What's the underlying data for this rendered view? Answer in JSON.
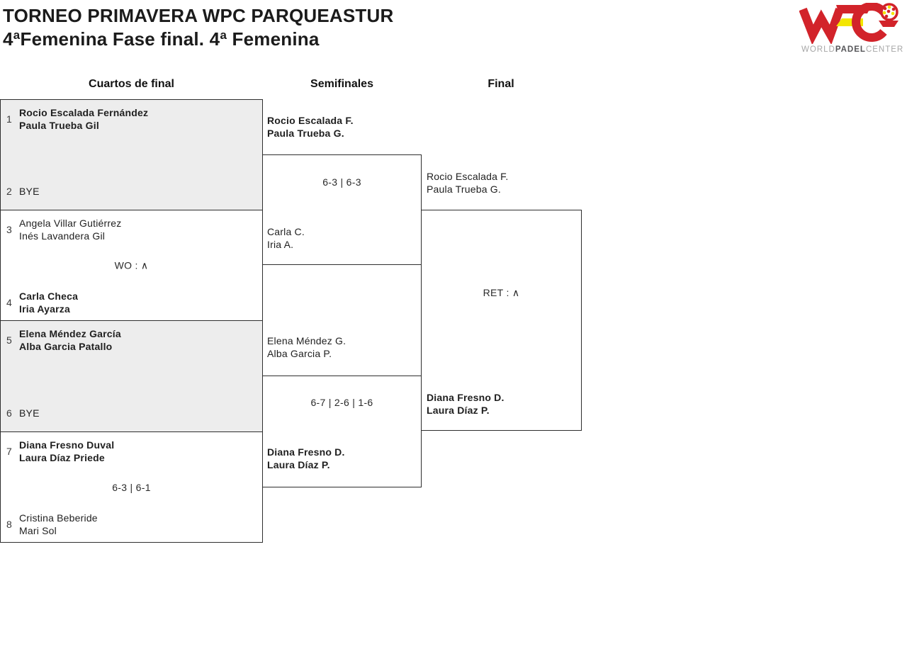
{
  "header": {
    "title_line1": "TORNEO PRIMAVERA WPC PARQUEASTUR",
    "title_line2": "4ªFemenina Fase final. 4ª Femenina"
  },
  "logo": {
    "word_world": "WORLD",
    "word_padel": "PADEL",
    "word_center": "CENTER",
    "colors": {
      "red": "#d2232a",
      "yellow": "#f3e600",
      "gray": "#a7a7a7",
      "dark": "#565659"
    }
  },
  "round_headers": {
    "quarterfinals": "Cuartos de final",
    "semifinals": "Semifinales",
    "final": "Final"
  },
  "bracket": {
    "quarterfinals": [
      {
        "seed_top": "1",
        "team_top": {
          "line1": "Rocio Escalada Fernández",
          "line2": "Paula Trueba Gil",
          "winner": true
        },
        "score": "",
        "seed_bottom": "2",
        "team_bottom": {
          "line1": "BYE",
          "line2": "",
          "winner": false
        }
      },
      {
        "seed_top": "3",
        "team_top": {
          "line1": "Angela Villar Gutiérrez",
          "line2": "Inés Lavandera Gil",
          "winner": false
        },
        "score": "WO : ∧",
        "seed_bottom": "4",
        "team_bottom": {
          "line1": "Carla Checa",
          "line2": "Iria Ayarza",
          "winner": true
        }
      },
      {
        "seed_top": "5",
        "team_top": {
          "line1": "Elena Méndez García",
          "line2": "Alba Garcia Patallo",
          "winner": true
        },
        "score": "",
        "seed_bottom": "6",
        "team_bottom": {
          "line1": "BYE",
          "line2": "",
          "winner": false
        }
      },
      {
        "seed_top": "7",
        "team_top": {
          "line1": "Diana Fresno Duval",
          "line2": "Laura Díaz Priede",
          "winner": true
        },
        "score": "6-3 | 6-1",
        "seed_bottom": "8",
        "team_bottom": {
          "line1": "Cristina Beberide",
          "line2": "Mari Sol",
          "winner": false
        }
      }
    ],
    "semifinals": [
      {
        "team_top": {
          "line1": "Rocio Escalada F.",
          "line2": "Paula Trueba G.",
          "winner": true
        },
        "score": "6-3 | 6-3",
        "team_bottom": {
          "line1": "Carla C.",
          "line2": "Iria A.",
          "winner": false
        }
      },
      {
        "team_top": {
          "line1": "Elena Méndez G.",
          "line2": "Alba Garcia P.",
          "winner": false
        },
        "score": "6-7 | 2-6 | 1-6",
        "team_bottom": {
          "line1": "Diana Fresno D.",
          "line2": "Laura Díaz P.",
          "winner": true
        }
      }
    ],
    "final": {
      "team_top": {
        "line1": "Rocio Escalada F.",
        "line2": "Paula Trueba G.",
        "winner": false
      },
      "score": "RET : ∧",
      "team_bottom": {
        "line1": "Diana Fresno D.",
        "line2": "Laura Díaz P.",
        "winner": true
      }
    }
  }
}
